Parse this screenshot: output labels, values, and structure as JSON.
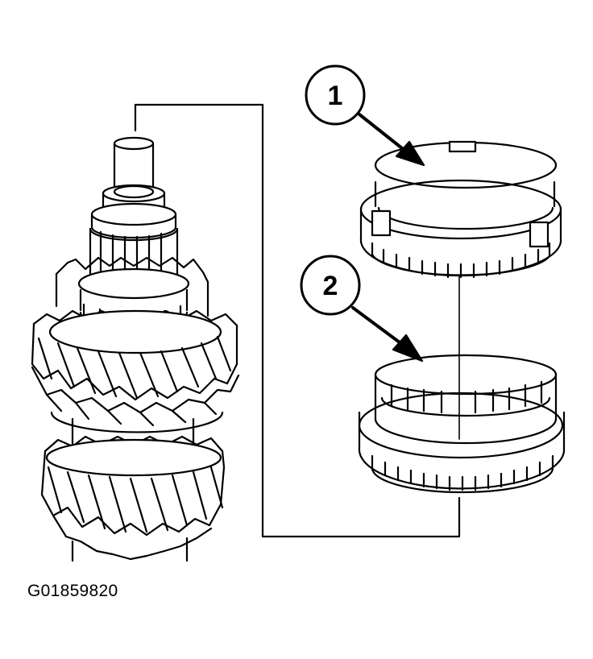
{
  "figure_id": "G01859820",
  "callouts": [
    {
      "label": "1"
    },
    {
      "label": "2"
    }
  ],
  "colors": {
    "ink": "#000000",
    "paper": "#ffffff"
  }
}
